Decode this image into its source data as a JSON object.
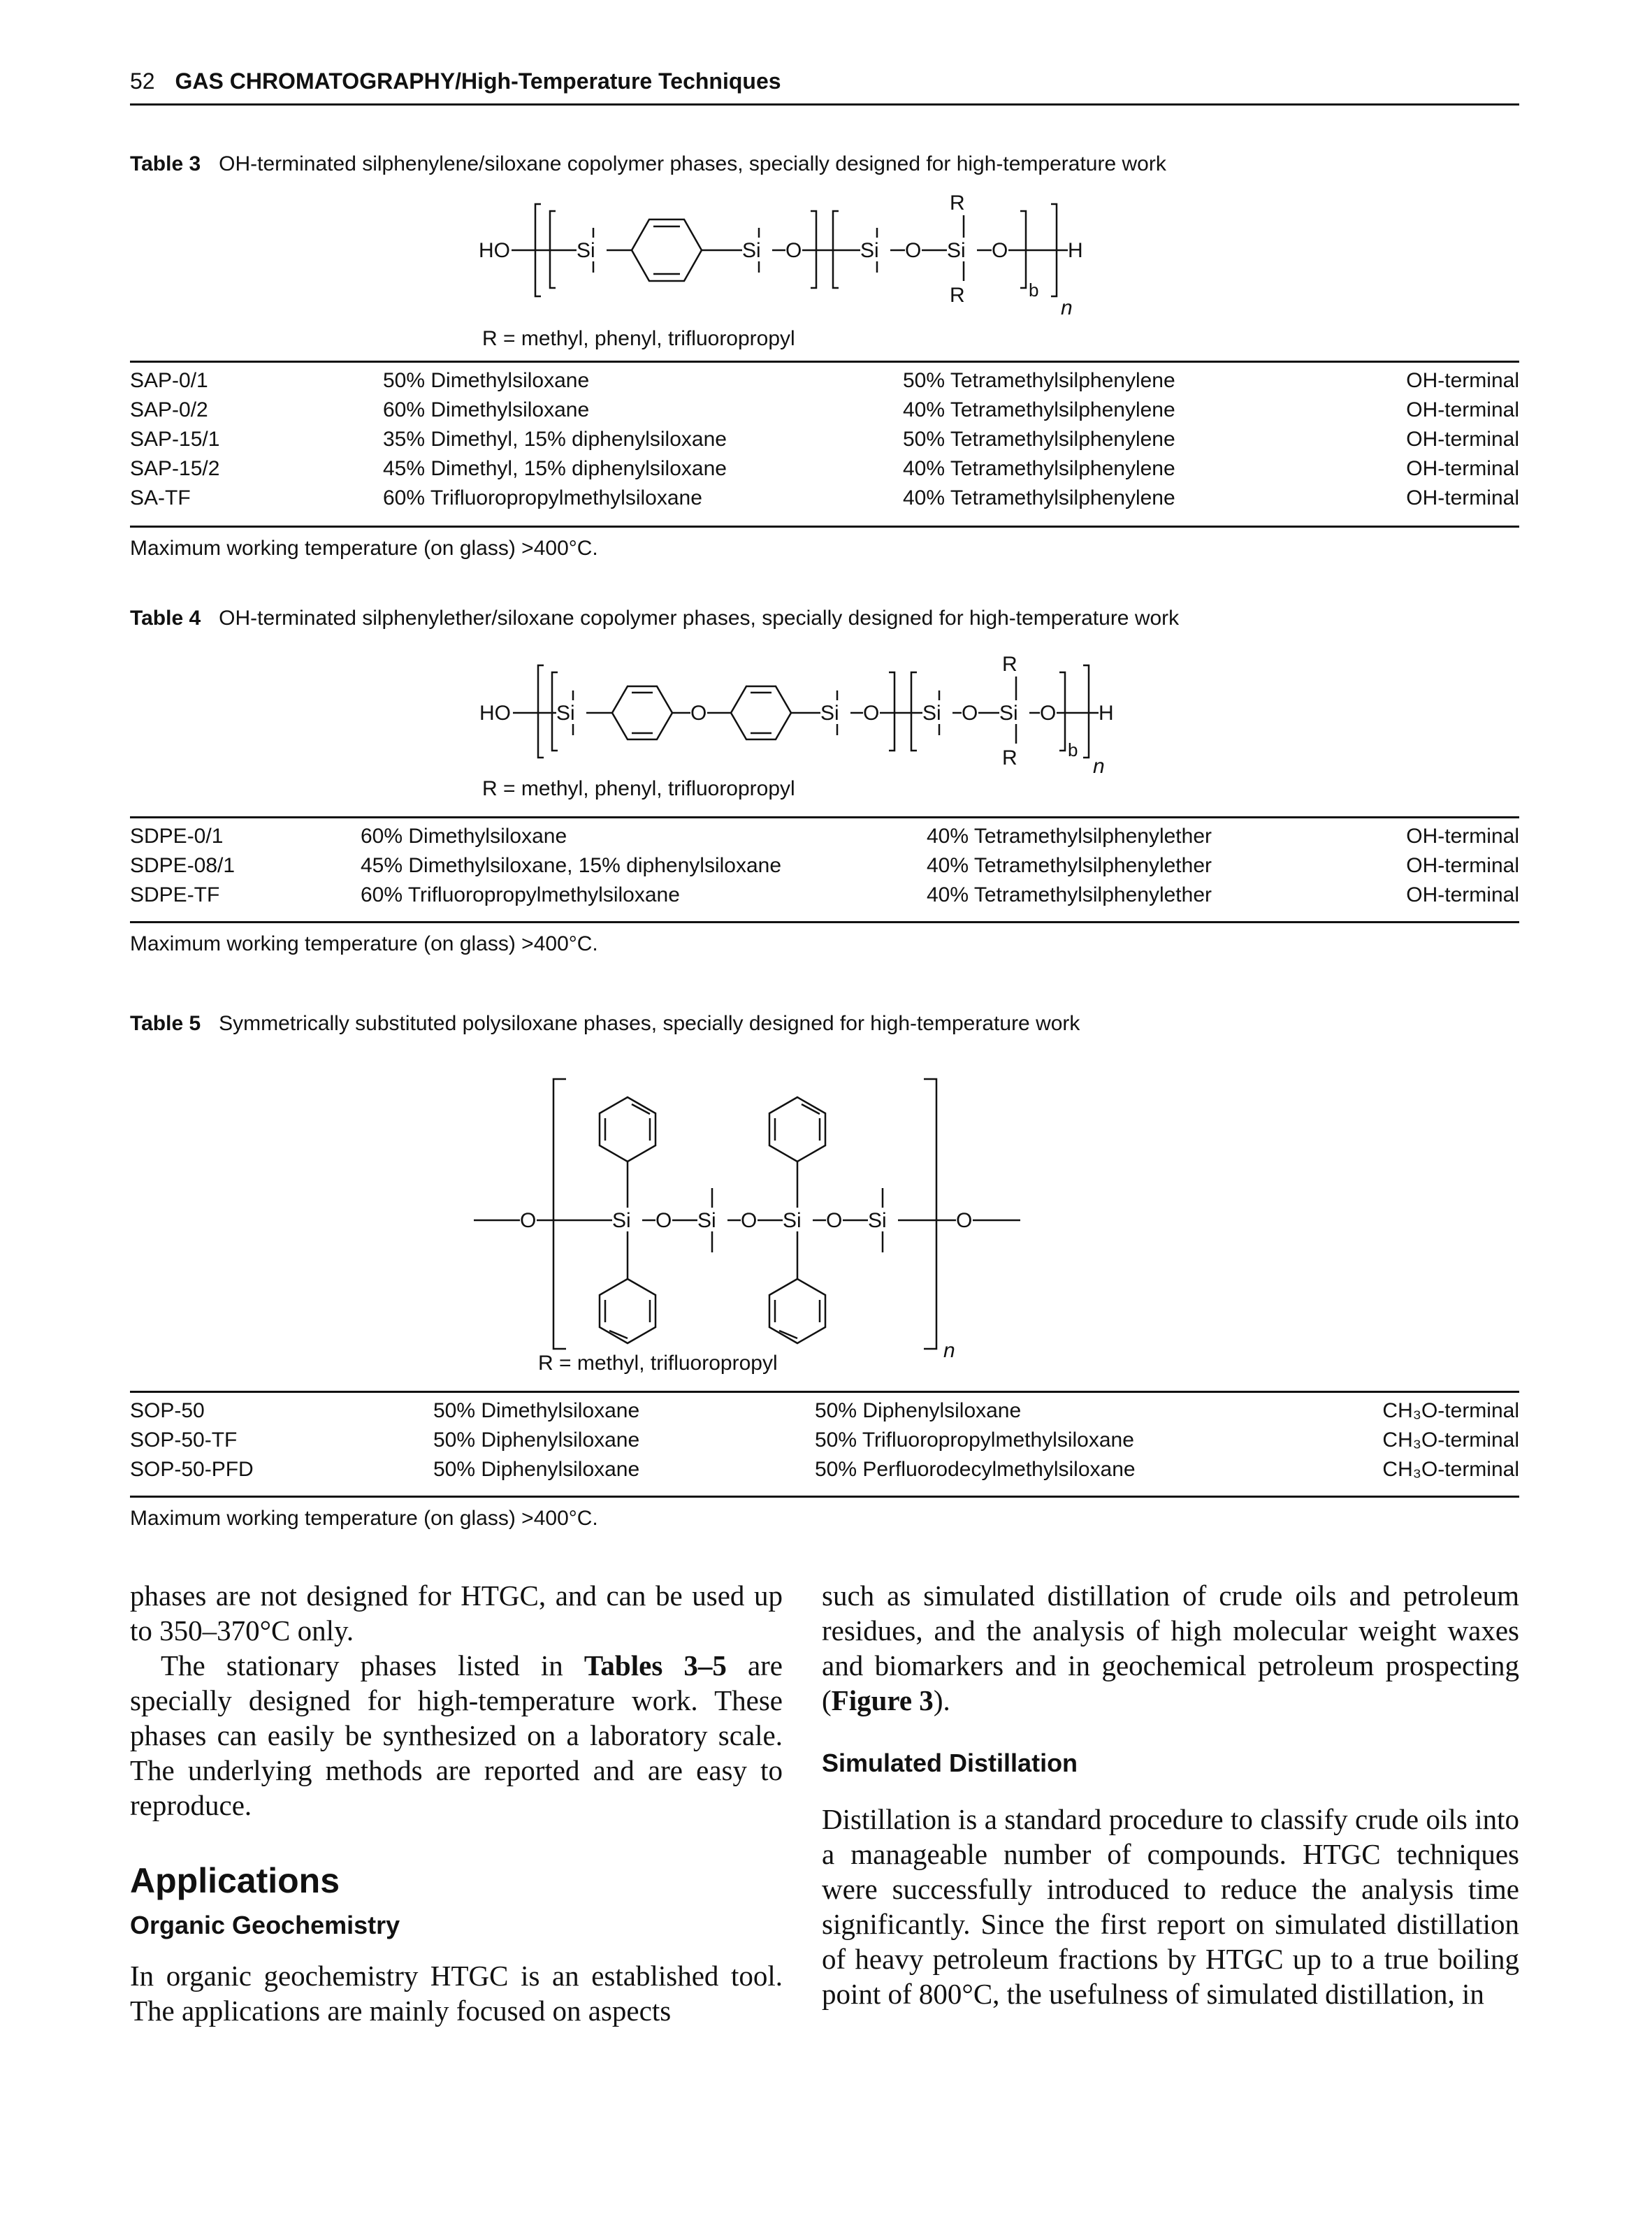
{
  "header": {
    "page_number": "52",
    "running_title": "GAS CHROMATOGRAPHY/High-Temperature Techniques"
  },
  "table3": {
    "label": "Table 3",
    "caption": "OH-terminated silphenylene/siloxane copolymer phases, specially designed for high-temperature work",
    "r_groups": "R = methyl, phenyl, trifluoropropyl",
    "rows": [
      {
        "name": "SAP-0/1",
        "a": "50% Dimethylsiloxane",
        "b": "50% Tetramethylsilphenylene",
        "term": "OH-terminal"
      },
      {
        "name": "SAP-0/2",
        "a": "60% Dimethylsiloxane",
        "b": "40% Tetramethylsilphenylene",
        "term": "OH-terminal"
      },
      {
        "name": "SAP-15/1",
        "a": "35% Dimethyl, 15% diphenylsiloxane",
        "b": "50% Tetramethylsilphenylene",
        "term": "OH-terminal"
      },
      {
        "name": "SAP-15/2",
        "a": "45% Dimethyl, 15% diphenylsiloxane",
        "b": "40% Tetramethylsilphenylene",
        "term": "OH-terminal"
      },
      {
        "name": "SA-TF",
        "a": "60% Trifluoropropylmethylsiloxane",
        "b": "40% Tetramethylsilphenylene",
        "term": "OH-terminal"
      }
    ],
    "note": "Maximum working temperature (on glass) >400°C."
  },
  "table4": {
    "label": "Table 4",
    "caption": "OH-terminated silphenylether/siloxane copolymer phases, specially designed for high-temperature work",
    "r_groups": "R = methyl, phenyl, trifluoropropyl",
    "rows": [
      {
        "name": "SDPE-0/1",
        "a": "60% Dimethylsiloxane",
        "b": "40% Tetramethylsilphenylether",
        "term": "OH-terminal"
      },
      {
        "name": "SDPE-08/1",
        "a": "45% Dimethylsiloxane, 15% diphenylsiloxane",
        "b": "40% Tetramethylsilphenylether",
        "term": "OH-terminal"
      },
      {
        "name": "SDPE-TF",
        "a": "60% Trifluoropropylmethylsiloxane",
        "b": "40% Tetramethylsilphenylether",
        "term": "OH-terminal"
      }
    ],
    "note": "Maximum working temperature (on glass) >400°C."
  },
  "table5": {
    "label": "Table 5",
    "caption": "Symmetrically substituted polysiloxane phases, specially designed for high-temperature work",
    "r_groups": "R = methyl, trifluoropropyl",
    "rows": [
      {
        "name": "SOP-50",
        "a": "50% Dimethylsiloxane",
        "b": "50% Diphenylsiloxane",
        "term": "CH₃O-terminal"
      },
      {
        "name": "SOP-50-TF",
        "a": "50% Diphenylsiloxane",
        "b": "50% Trifluoropropylmethylsiloxane",
        "term": "CH₃O-terminal"
      },
      {
        "name": "SOP-50-PFD",
        "a": "50% Diphenylsiloxane",
        "b": "50% Perfluorodecylmethylsiloxane",
        "term": "CH₃O-terminal"
      }
    ],
    "note": "Maximum working temperature (on glass) >400°C."
  },
  "formula_text": {
    "ho": "HO",
    "h": "H",
    "si": "Si",
    "o": "O",
    "r": "R",
    "b": "b",
    "n": "n"
  },
  "body": {
    "left_p1": "phases are not designed for HTGC, and can be used up to 350–370°C only.",
    "left_p2_pre": "The stationary phases listed in ",
    "left_p2_ref": "Tables 3–5",
    "left_p2_post": " are specially designed for high-temperature work. These phases can easily be synthesized on a laboratory scale. The underlying methods are reported and are easy to reproduce.",
    "heading_applications": "Applications",
    "heading_organic": "Organic Geochemistry",
    "left_p3": "In organic geochemistry HTGC is an established tool. The applications are mainly focused on aspects",
    "right_p1_pre": "such as simulated distillation of crude oils and petroleum residues, and the analysis of high molecular weight waxes and biomarkers and in geochemical petroleum prospecting (",
    "right_p1_ref": "Figure 3",
    "right_p1_post": ").",
    "heading_simdist": "Simulated Distillation",
    "right_p2": "Distillation is a standard procedure to classify crude oils into a manageable number of compounds. HTGC techniques were successfully introduced to reduce the analysis time significantly. Since the first report on simulated distillation of heavy petroleum fractions by HTGC up to a true boiling point of 800°C, the usefulness of simulated distillation, in"
  }
}
